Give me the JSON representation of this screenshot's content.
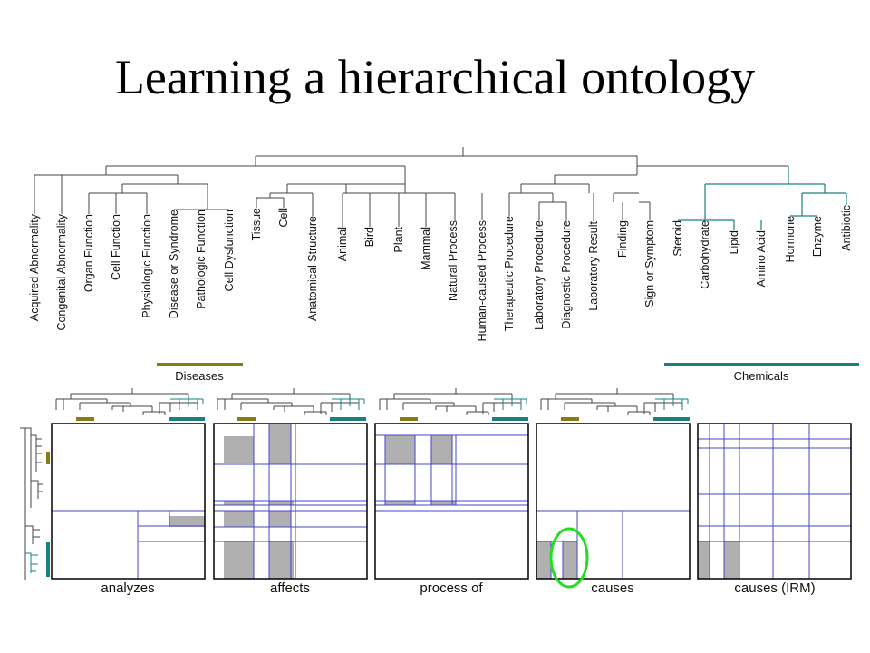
{
  "title": "Learning a hierarchical ontology",
  "leaves": [
    "Acquired Abnormality",
    "Congenital Abnormality",
    "Organ Function",
    "Cell Function",
    "Physiologic Function",
    "Disease or Syndrome",
    "Pathologic Function",
    "Cell Dysfunction",
    "Tissue",
    "Cell",
    "Anatomical Structure",
    "Animal",
    "Bird",
    "Plant",
    "Mammal",
    "Natural Process",
    "Human-caused Process",
    "Therapeutic Procedure",
    "Laboratory Procedure",
    "Diagnostic Procedure",
    "Laboratory Result",
    "Finding",
    "Sign or Symptom",
    "Steroid",
    "Carbohydrate",
    "Lipid",
    "Amino Acid",
    "Hormone",
    "Enzyme",
    "Antibiotic"
  ],
  "groups": {
    "diseases": "Diseases",
    "chemicals": "Chemicals"
  },
  "matrices": [
    "analyzes",
    "affects",
    "process of",
    "causes",
    "causes (IRM)"
  ],
  "colors": {
    "diseases": "#8a7a12",
    "chemicals": "#1a8080",
    "grid": "#4444cc",
    "fill": "#b0b0b0",
    "highlight": "#22dd22"
  }
}
